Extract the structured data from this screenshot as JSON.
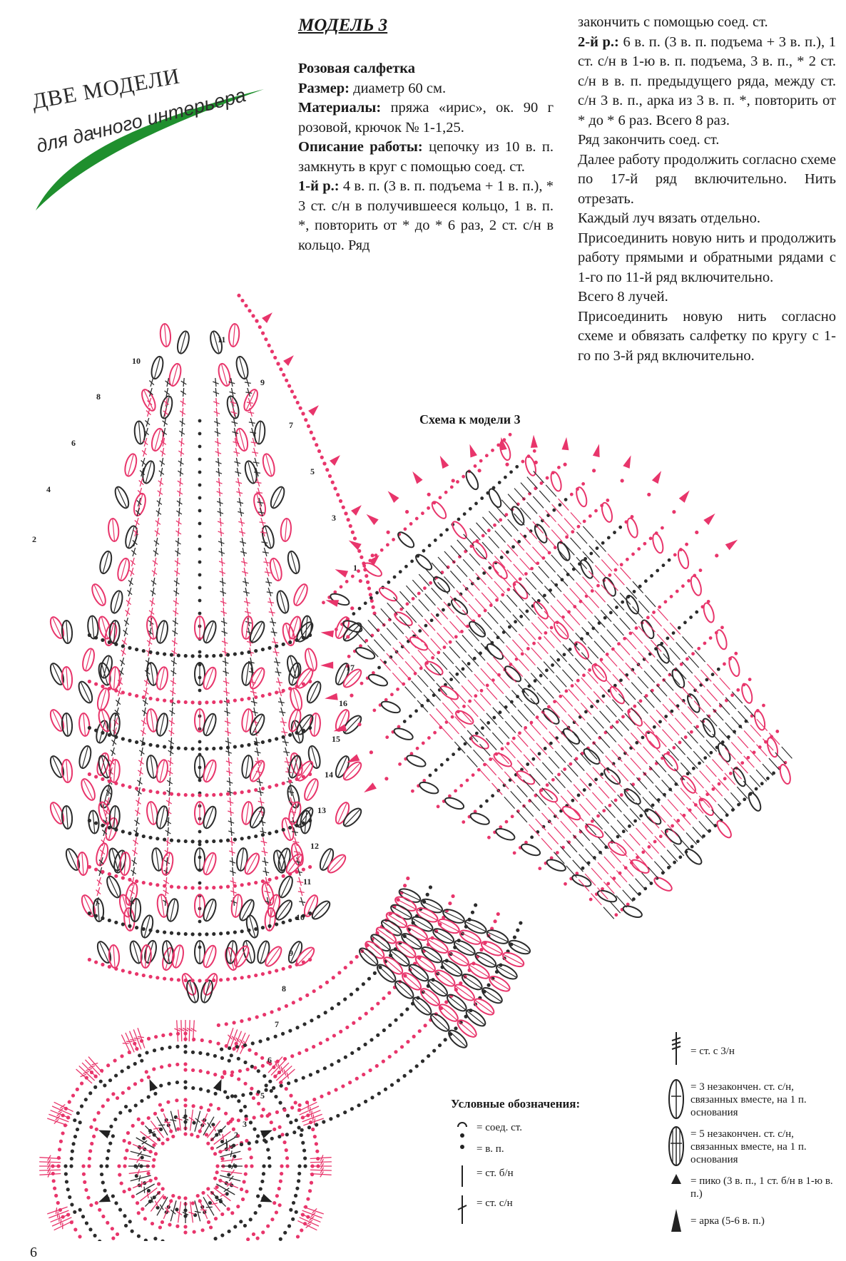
{
  "heading": {
    "line1": "ДВЕ МОДЕЛИ",
    "line2": "для дачного интерьера"
  },
  "model_title": "МОДЕЛЬ 3",
  "text_left": {
    "subtitle": "Розовая салфетка",
    "size_label": "Размер:",
    "size_value": "диаметр 60 см.",
    "materials_label": "Материалы:",
    "materials_value": "пряжа «ирис», ок. 90 г розовой, крючок № 1-1,25.",
    "desc_label": "Описание работы:",
    "desc_value": "цепочку из 10 в. п. замкнуть в круг с помощью соед. ст.",
    "row1_label": "1-й р.:",
    "row1_value": "4 в. п. (3 в. п. подъема + 1 в. п.), * 3 ст. с/н в получившееся кольцо, 1 в. п. *, повторить от * до * 6 раз, 2 ст. с/н в кольцо. Ряд"
  },
  "text_right": {
    "row1_end": "закончить с помощью соед. ст.",
    "row2_label": "2-й р.:",
    "row2_value": "6 в. п. (3 в. п. подъема + 3 в. п.), 1 ст. с/н в 1-ю в. п. подъема, 3 в. п., * 2 ст. с/н в в. п. предыдущего ряда, между ст. с/н 3 в. п., арка из 3 в. п. *, повторить от * до * 6 раз. Всего 8 раз.",
    "p2": "Ряд закончить соед. ст.",
    "p3": "Далее работу продолжить согласно схеме по 17-й ряд включительно. Нить отрезать.",
    "p4": "Каждый луч вязать отдельно.",
    "p5": "Присоединить новую нить и продолжить работу прямыми и обратными рядами с 1-го по 11-й ряд включительно.",
    "p6": "Всего 8 лучей.",
    "p7": "Присоединить новую нить согласно схеме и обвязать салфетку по кругу с 1-го по 3-й ряд включительно."
  },
  "diagram": {
    "caption": "Схема к модели 3",
    "pink": "#e8356b",
    "dark": "#2b2b2b",
    "center_labels": [
      "1",
      "2",
      "3"
    ],
    "ray_labels": [
      "2",
      "4",
      "6",
      "8",
      "10"
    ],
    "ray_labels_right": [
      "1",
      "3",
      "5",
      "7",
      "9",
      "11"
    ],
    "side_labels": [
      "5",
      "6",
      "7",
      "8",
      "9",
      "10",
      "11",
      "12",
      "13",
      "14",
      "15",
      "16",
      "17"
    ],
    "outer_labels": [
      "1",
      "2",
      "3"
    ]
  },
  "legend": {
    "title": "Условные обозначения:",
    "items": [
      {
        "icon": "slip-stitch-icon",
        "text": "= соед. ст."
      },
      {
        "icon": "chain-icon",
        "text": "= в. п."
      },
      {
        "icon": "single-crochet-icon",
        "text": "= ст. б/н"
      },
      {
        "icon": "double-crochet-icon",
        "text": "= ст. с/н"
      },
      {
        "icon": "treble-3yo-icon",
        "text": "= ст. с 3/н"
      },
      {
        "icon": "cluster-3-icon",
        "text": "= 3 незакончен. ст. с/н, связанных вместе, на 1 п. основания"
      },
      {
        "icon": "cluster-5-icon",
        "text": "= 5 незакончен. ст. с/н, связанных вместе, на 1 п. основания"
      },
      {
        "icon": "picot-icon",
        "text": "= пико (3 в. п., 1 ст. б/н в 1-ю в. п.)"
      },
      {
        "icon": "arch-icon",
        "text": "= арка (5-6 в. п.)"
      }
    ]
  },
  "page_number": "6"
}
